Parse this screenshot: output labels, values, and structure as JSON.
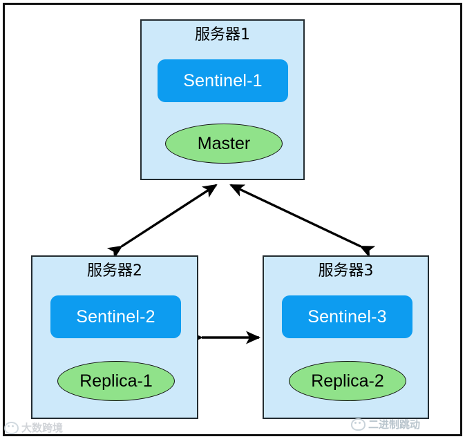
{
  "diagram": {
    "type": "redis-sentinel-topology",
    "servers": [
      {
        "id": "server1",
        "title": "服务器1",
        "sentinel_label": "Sentinel-1",
        "node_label": "Master",
        "node_role": "master"
      },
      {
        "id": "server2",
        "title": "服务器2",
        "sentinel_label": "Sentinel-2",
        "node_label": "Replica-1",
        "node_role": "replica"
      },
      {
        "id": "server3",
        "title": "服务器3",
        "sentinel_label": "Sentinel-3",
        "node_label": "Replica-2",
        "node_role": "replica"
      }
    ],
    "connections": [
      {
        "from": "server2",
        "to": "server1",
        "style": "bidirectional"
      },
      {
        "from": "server3",
        "to": "server1",
        "style": "bidirectional"
      },
      {
        "from": "server2",
        "to": "server3",
        "style": "bidirectional"
      }
    ],
    "colors": {
      "server_box_fill": "#cde9fa",
      "server_box_border": "#222b30",
      "sentinel_fill": "#0d9cf0",
      "sentinel_text": "#ffffff",
      "node_fill": "#90e28a",
      "node_border": "#111111",
      "arrow": "#000000",
      "frame": "#111111",
      "page_background": "#ffffff"
    }
  },
  "watermarks": {
    "left": {
      "icon": "wechat-badge-icon",
      "text": "大数跨境"
    },
    "right": {
      "icon": "wechat-badge-icon",
      "text": "二进制跳动"
    }
  }
}
